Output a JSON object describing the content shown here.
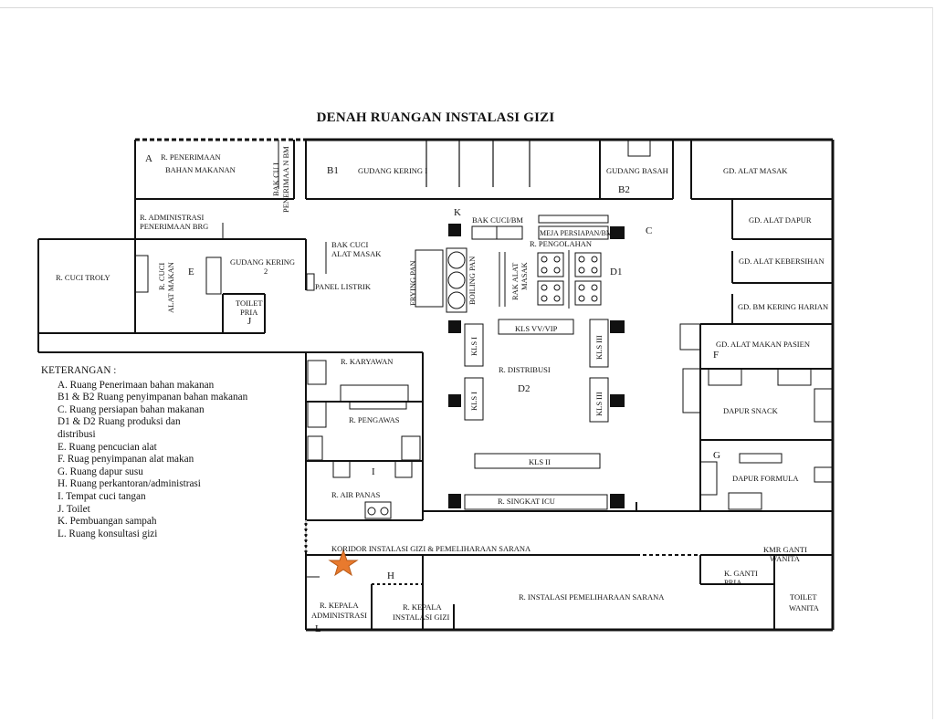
{
  "title": "DENAH RUANGAN INSTALASI GIZI",
  "legend": {
    "heading": "KETERANGAN :",
    "items": [
      "A.  Ruang Penerimaan bahan makanan",
      "B1 & B2 Ruang penyimpanan bahan  makanan",
      "C.  Ruang persiapan bahan makanan",
      "D1 & D2 Ruang produksi dan",
      "distribusi",
      "E.  Ruang pencucian alat",
      "F.  Ruag penyimpanan alat makan",
      "G.  Ruang dapur susu",
      "H.  Ruang perkantoran/administrasi",
      "I.   Tempat cuci tangan",
      "J.   Toilet",
      "K.  Pembuangan sampah",
      "L.  Ruang konsultasi gizi"
    ]
  },
  "labels": {
    "penerimaan": [
      "R. PENERIMAAN",
      "BAHAN MAKANAN"
    ],
    "bak_cuci_penerimaan": [
      "BAK CU  I",
      "PENERIMAA N BM"
    ],
    "gudang_kering_1": "GUDANG KERING I",
    "gudang_basah": "GUDANG BASAH",
    "gd_alat_masak": "GD. ALAT MASAK",
    "gd_alat_dapur": "GD. ALAT DAPUR",
    "gd_alat_kebersihan": "GD. ALAT KEBERSIHAN",
    "gd_bm_kering": "GD. BM KERING HARIAN",
    "gd_alat_makan": "GD. ALAT MAKAN PASIEN",
    "adm_penerimaan": [
      "R. ADMINISTRASI",
      "PENERIMAAN BRG"
    ],
    "cuci_troly": "R. CUCI TROLY",
    "cuci_alat_makan": [
      "R. CUCI",
      "ALAT MAKAN"
    ],
    "gudang_kering_2": [
      "GUDANG KERING",
      "2"
    ],
    "toilet_pria": [
      "TOILET",
      "PRIA"
    ],
    "bak_cuci_alat": [
      "BAK CUCI",
      "ALAT MASAK"
    ],
    "panel_listrik": "PANEL LISTRIK",
    "bak_cuci_bm": "BAK CUCI/BM",
    "meja_persiapan": "MEJA PERSIAPAN/BM",
    "pengolahan": "R. PENGOLAHAN",
    "frying_pan": "FRYING PAN",
    "boiling_pan": "BOILING PAN",
    "rak_alat_masak": [
      "RAK ALAT",
      "MASAK"
    ],
    "kls_vip": "KLS VV/VIP",
    "kls_i": "KLS I",
    "kls_iii": "KLS III",
    "kls_ii": "KLS II",
    "distribusi": "R. DISTRIBUSI",
    "karyawan": "R. KARYAWAN",
    "pengawas": "R. PENGAWAS",
    "air_panas": "R. AIR PANAS",
    "singkat_icu": "R. SINGKAT ICU",
    "dapur_snack": "DAPUR SNACK",
    "dapur_formula": "DAPUR FORMULA",
    "koridor": "KORIDOR  INSTALASI GIZI & PEMELIHARAAN SARANA",
    "kmr_ganti_wanita": [
      "KMR GANTI",
      "WANITA"
    ],
    "k_ganti_pria": [
      "K. GANTI",
      "PRIA"
    ],
    "toilet_wanita": [
      "TOILET",
      "WANITA"
    ],
    "pemeliharaan": "R. INSTALASI PEMELIHARAAN SARANA",
    "kepala_adm": [
      "R. KEPALA",
      "ADMINISTRASI"
    ],
    "kepala_gizi": [
      "R. KEPALA",
      "INSTALASI GIZI"
    ]
  },
  "letters": {
    "A": "A",
    "B1": "B1",
    "B2": "B2",
    "C": "C",
    "D1": "D1",
    "D2": "D2",
    "E": "E",
    "F": "F",
    "G": "G",
    "H": "H",
    "I": "I",
    "J": "J",
    "K": "K",
    "L": "L"
  },
  "colors": {
    "wall": "#111111",
    "star": "#e87a2e",
    "star_stroke": "#b85a18"
  }
}
